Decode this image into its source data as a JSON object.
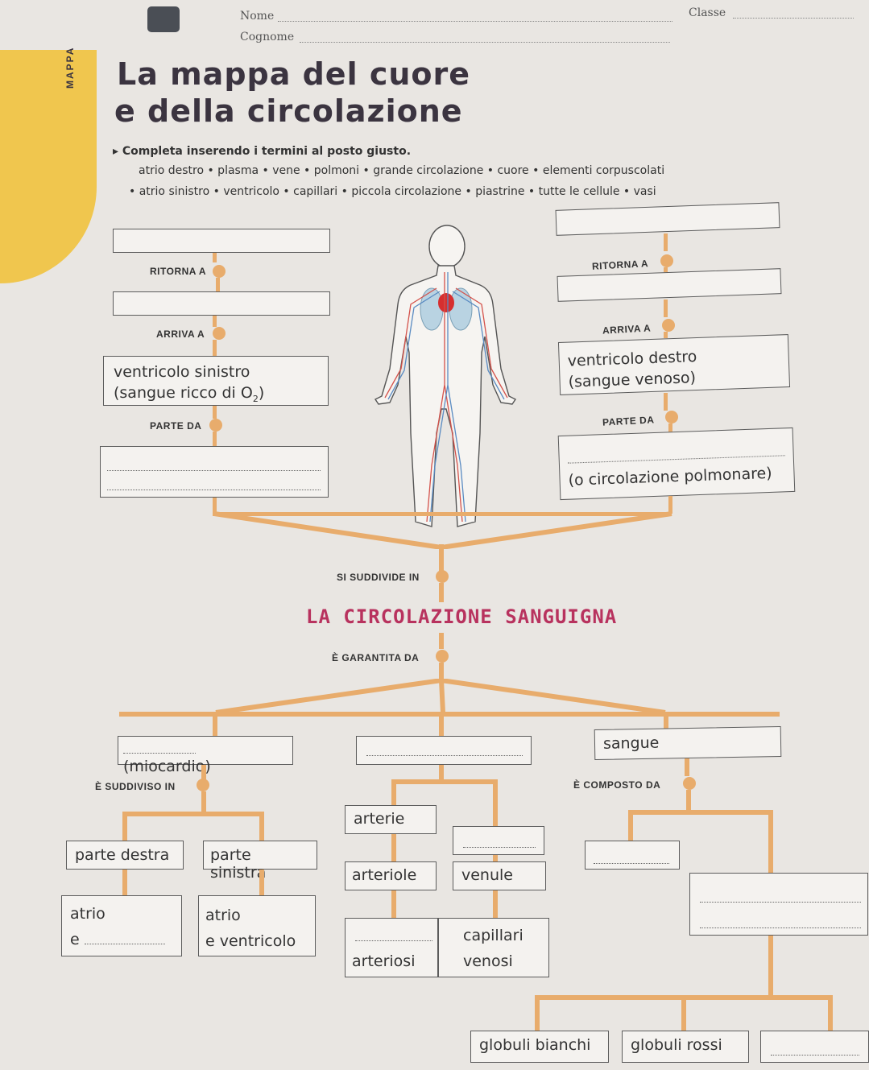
{
  "header": {
    "name_label": "Nome",
    "surname_label": "Cognome",
    "class_label": "Classe"
  },
  "side_tab": "MAPPA",
  "title": {
    "line1": "La mappa del cuore",
    "line2": "e della circolazione"
  },
  "instruction": "Completa inserendo i termini al posto giusto.",
  "word_bank": {
    "line1": "atrio destro • plasma • vene • polmoni • grande circolazione • cuore • elementi corpuscolati",
    "line2": "• atrio sinistro • ventricolo • capillari • piccola circolazione • piastrine • tutte le cellule • vasi"
  },
  "map": {
    "left": {
      "ritorna": "RITORNA A",
      "arriva": "ARRIVA A",
      "vs_line1": "ventricolo sinistro",
      "vs_line2": "(sangue ricco di O",
      "vs_sub": "2",
      "vs_end": ")",
      "parte": "PARTE DA"
    },
    "right": {
      "ritorna": "RITORNA A",
      "arriva": "ARRIVA A",
      "vd_line1": "ventricolo destro",
      "vd_line2": "(sangue venoso)",
      "parte": "PARTE DA",
      "polm": "(o circolazione polmonare)"
    },
    "si_suddivide": "SI SUDDIVIDE IN",
    "main": "LA CIRCOLAZIONE SANGUIGNA",
    "garantita": "È GARANTITA DA",
    "miocardio": "(miocardio)",
    "sangue": "sangue",
    "suddiviso": "È SUDDIVISO IN",
    "composto": "È COMPOSTO DA",
    "parte_destra": "parte destra",
    "parte_sinistra": "parte sinistra",
    "atrio1": "atrio",
    "e": "e",
    "atrio2": "atrio",
    "e_ventricolo": "e ventricolo",
    "arterie": "arterie",
    "arteriole": "arteriole",
    "venule": "venule",
    "capillari": "capillari",
    "arteriosi": "arteriosi",
    "venosi": "venosi",
    "globuli_bianchi": "globuli bianchi",
    "globuli_rossi": "globuli rossi"
  },
  "colors": {
    "accent": "#e8ac6c",
    "title": "#b8325e",
    "tab": "#f2c94c"
  }
}
